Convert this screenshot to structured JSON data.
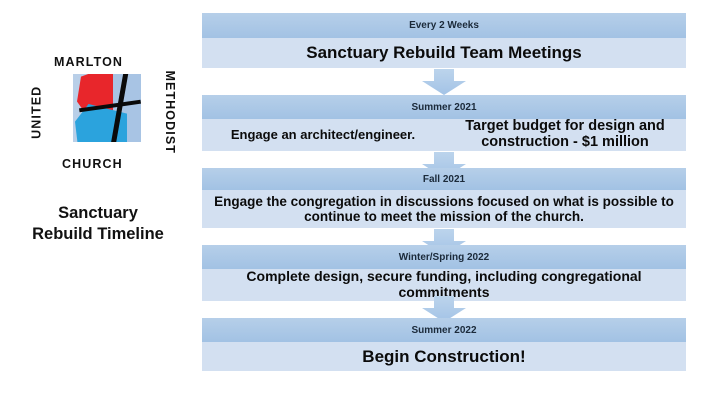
{
  "logo": {
    "word_top": "MARLTON",
    "word_right": "METHODIST",
    "word_bottom": "CHURCH",
    "word_left": "UNITED",
    "emblem_colors": {
      "red": "#e8262b",
      "blue": "#2ba3dd",
      "light_blue": "#a8c4e4",
      "cross": "#0a0a0a"
    }
  },
  "caption": {
    "line1": "Sanctuary",
    "line2": "Rebuild Timeline"
  },
  "theme": {
    "header_band": "#a2c2e4",
    "body_band": "#d3e0f1",
    "arrow_fill": "#aecbe8",
    "text": "#0b0b0b"
  },
  "timeline": {
    "stages": [
      {
        "header": "Every 2 Weeks",
        "body": "Sanctuary Rebuild Team Meetings",
        "layout": "single"
      },
      {
        "header": "Summer 2021",
        "layout": "two-column",
        "left": "Engage an architect/engineer.",
        "right": "Target budget for design and construction - $1 million"
      },
      {
        "header": "Fall 2021",
        "body": "Engage the congregation in discussions focused on what is possible to continue to meet the mission of the church.",
        "layout": "single"
      },
      {
        "header": "Winter/Spring 2022",
        "body": "Complete design, secure funding, including congregational commitments",
        "layout": "single"
      },
      {
        "header": "Summer 2022",
        "body": "Begin Construction!",
        "layout": "single"
      }
    ],
    "arrow_count": 4
  }
}
